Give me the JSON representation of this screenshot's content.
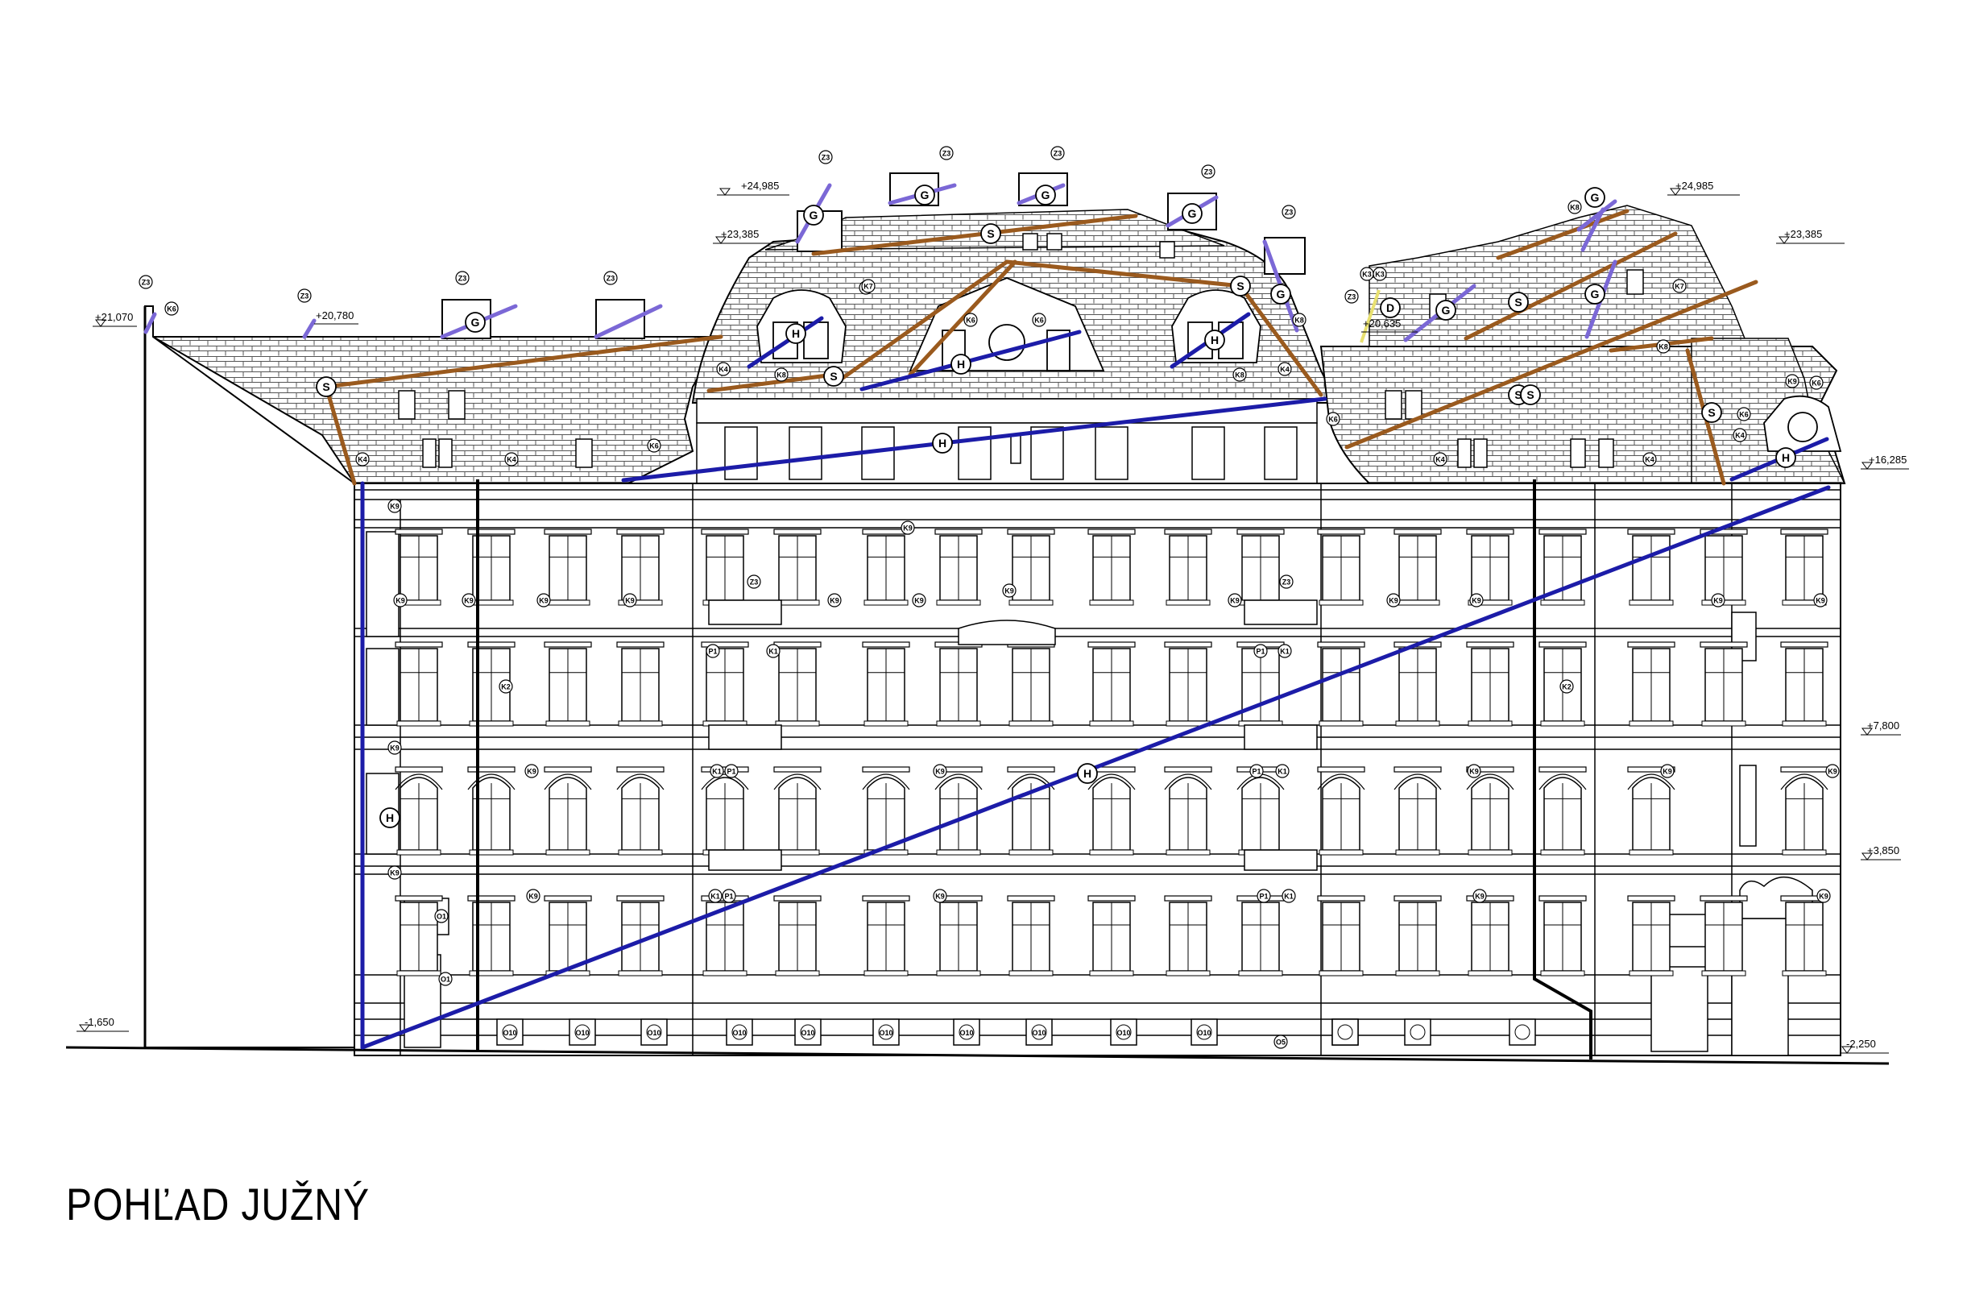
{
  "title": "POHĽAD JUŽNÝ",
  "colors": {
    "line": "#000000",
    "blue_crack": "#1c1ca8",
    "brown_crack": "#9a5a1e",
    "violet_mark": "#7b68d6",
    "yellow_mark": "#e8e070"
  },
  "levels": {
    "l1": "+21,070",
    "l2": "+20,780",
    "l3": "+24,985",
    "l4": "+23,385",
    "l5": "+20,635",
    "l6": "+24,985",
    "l7": "+23,385",
    "l8": "+16,285",
    "l9": "+7,800",
    "l10": "+3,850",
    "l11": "-1,650",
    "l12": "-2,250"
  },
  "circle_marks": {
    "S": "S",
    "G": "G",
    "H": "H",
    "D": "D"
  },
  "tags": {
    "Z3": "Z3",
    "K1": "K1",
    "K2": "K2",
    "K3": "K3",
    "K4": "K4",
    "K6": "K6",
    "K7": "K7",
    "K8": "K8",
    "K9": "K9",
    "P1": "P1",
    "O1": "O1",
    "O5": "O5",
    "O10": "O10"
  }
}
